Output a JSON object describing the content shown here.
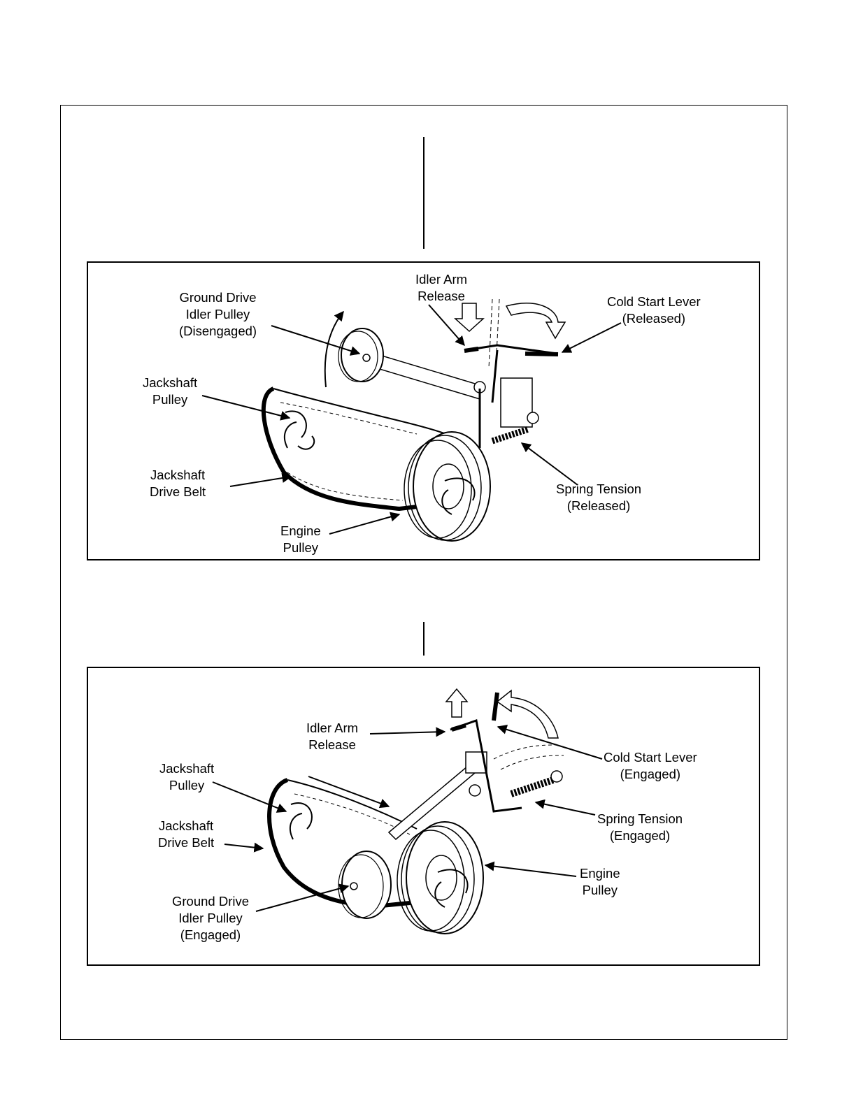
{
  "figures": [
    {
      "id": "disengaged",
      "labels": {
        "idler_arm_release": [
          "Idler Arm",
          "Release"
        ],
        "cold_start_lever": [
          "Cold Start Lever",
          "(Released)"
        ],
        "ground_drive_idler_pulley": [
          "Ground Drive",
          "Idler Pulley",
          "(Disengaged)"
        ],
        "jackshaft_pulley": [
          "Jackshaft",
          "Pulley"
        ],
        "jackshaft_drive_belt": [
          "Jackshaft",
          "Drive Belt"
        ],
        "engine_pulley": [
          "Engine",
          "Pulley"
        ],
        "spring_tension": [
          "Spring Tension",
          "(Released)"
        ]
      }
    },
    {
      "id": "engaged",
      "labels": {
        "idler_arm_release": [
          "Idler Arm",
          "Release"
        ],
        "cold_start_lever": [
          "Cold Start Lever",
          "(Engaged)"
        ],
        "jackshaft_pulley": [
          "Jackshaft",
          "Pulley"
        ],
        "jackshaft_drive_belt": [
          "Jackshaft",
          "Drive Belt"
        ],
        "ground_drive_idler_pulley": [
          "Ground Drive",
          "Idler Pulley",
          "(Engaged)"
        ],
        "spring_tension": [
          "Spring Tension",
          "(Engaged)"
        ],
        "engine_pulley": [
          "Engine",
          "Pulley"
        ]
      }
    }
  ]
}
